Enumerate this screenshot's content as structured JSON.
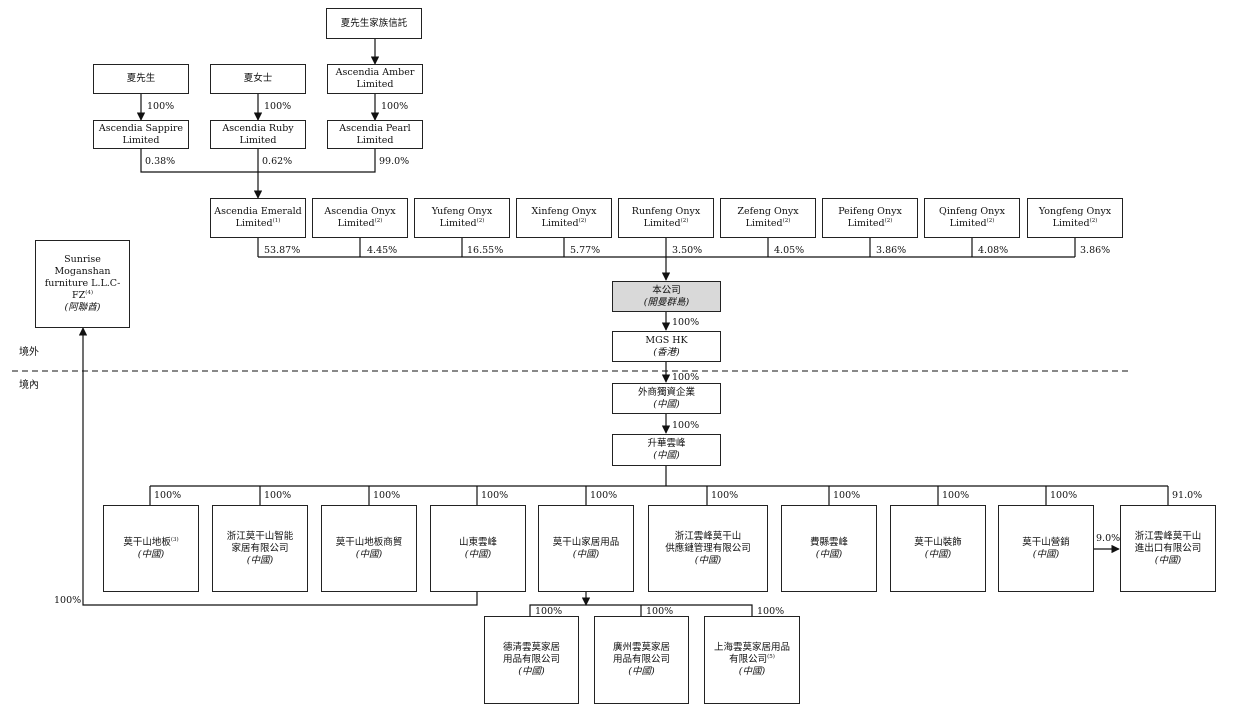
{
  "zones": {
    "overseas": "境外",
    "domestic": "境內"
  },
  "shareholders": {
    "trust": "夏先生家族信託",
    "mr_xia": "夏先生",
    "ms_xia": "夏女士",
    "amber": {
      "l1": "Ascendia Amber",
      "l2": "Limited"
    },
    "sappire": {
      "l1": "Ascendia Sappire",
      "l2": "Limited"
    },
    "ruby": {
      "l1": "Ascendia Ruby",
      "l2": "Limited"
    },
    "pearl": {
      "l1": "Ascendia Pearl",
      "l2": "Limited"
    }
  },
  "holders": [
    {
      "l1": "Ascendia Emerald",
      "l2": "Limited",
      "note": "(1)",
      "pct": "53.87%"
    },
    {
      "l1": "Ascendia Onyx",
      "l2": "Limited",
      "note": "(2)",
      "pct": "4.45%"
    },
    {
      "l1": "Yufeng Onyx",
      "l2": "Limited",
      "note": "(2)",
      "pct": "16.55%"
    },
    {
      "l1": "Xinfeng Onyx",
      "l2": "Limited",
      "note": "(2)",
      "pct": "5.77%"
    },
    {
      "l1": "Runfeng Onyx",
      "l2": "Limited",
      "note": "(2)",
      "pct": "3.50%"
    },
    {
      "l1": "Zefeng Onyx",
      "l2": "Limited",
      "note": "(2)",
      "pct": "4.05%"
    },
    {
      "l1": "Peifeng Onyx",
      "l2": "Limited",
      "note": "(2)",
      "pct": "3.86%"
    },
    {
      "l1": "Qinfeng Onyx",
      "l2": "Limited",
      "note": "(2)",
      "pct": "4.08%"
    },
    {
      "l1": "Yongfeng Onyx",
      "l2": "Limited",
      "note": "(2)",
      "pct": "3.86%"
    }
  ],
  "percents": {
    "p100": "100%",
    "sappire": "0.38%",
    "ruby": "0.62%",
    "pearl": "99.0%",
    "jiangxi_to_export": "91.0%",
    "marketing_to_export": "9.0%"
  },
  "company": {
    "name": "本公司",
    "jur": "(開曼群島)"
  },
  "mgs": {
    "name": "MGS HK",
    "jur": "(香港)"
  },
  "wfoe": {
    "name": "外商獨資企業",
    "jur": "(中國)"
  },
  "shenghua": {
    "name": "升華雲峰",
    "jur": "(中國)"
  },
  "sunrise": {
    "l1": "Sunrise Moganshan",
    "l2": "furniture L.L.C-FZ",
    "note": "(4)",
    "jur": "(阿聯酋)"
  },
  "subs": [
    {
      "l1": "莫干山地板",
      "note": "(3)",
      "jur": "(中國)"
    },
    {
      "l1": "浙江莫干山智能",
      "l2": "家居有限公司",
      "jur": "(中國)"
    },
    {
      "l1": "莫干山地板商貿",
      "jur": "(中國)"
    },
    {
      "l1": "山東雲峰",
      "jur": "(中國)"
    },
    {
      "l1": "莫干山家居用品",
      "jur": "(中國)"
    },
    {
      "l1": "浙江雲峰莫干山",
      "l2": "供應鏈管理有限公司",
      "jur": "(中國)"
    },
    {
      "l1": "費縣雲峰",
      "jur": "(中國)"
    },
    {
      "l1": "莫干山裝飾",
      "jur": "(中國)"
    },
    {
      "l1": "莫干山營銷",
      "jur": "(中國)"
    },
    {
      "l1": "浙江雲峰莫干山",
      "l2": "進出口有限公司",
      "jur": "(中國)"
    }
  ],
  "grandsubs": [
    {
      "l1": "德清雲莫家居",
      "l2": "用品有限公司",
      "jur": "(中國)"
    },
    {
      "l1": "廣州雲莫家居",
      "l2": "用品有限公司",
      "jur": "(中國)"
    },
    {
      "l1": "上海雲莫家居用品",
      "l2": "有限公司",
      "note": "(5)",
      "jur": "(中國)"
    }
  ]
}
